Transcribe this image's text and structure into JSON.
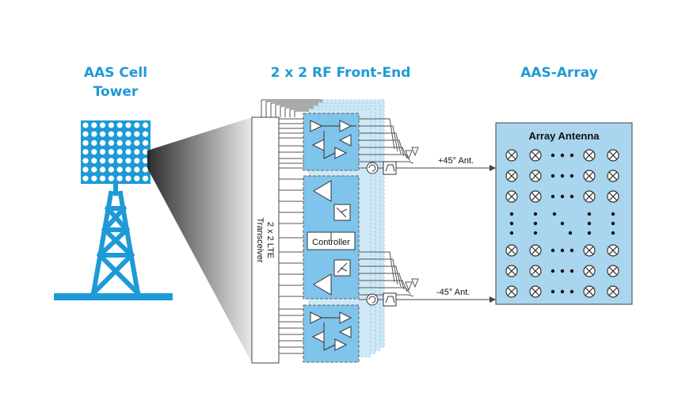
{
  "headings": {
    "tower_line1": "AAS Cell",
    "tower_line2": "Tower",
    "frontend": "2 x 2 RF Front-End",
    "array": "AAS-Array"
  },
  "transceiver": {
    "line1": "2 x 2 LTE",
    "line2": "Transceiver"
  },
  "controller_label": "Controller",
  "array_title": "Array Antenna",
  "ant_plus_label": "+45° Ant.",
  "ant_minus_label": "-45° Ant.",
  "colors": {
    "accent": "#1e9ad6",
    "module_fill": "#7fc4ea",
    "array_fill": "#a9d5ee",
    "line": "#333333"
  },
  "icons": {
    "tower": "cell-tower-icon",
    "amplifier": "triangle-amplifier-icon",
    "switch": "rf-switch-icon",
    "circulator": "circulator-icon",
    "filter": "bandpass-filter-icon",
    "antenna_element": "crossed-circle-icon"
  }
}
